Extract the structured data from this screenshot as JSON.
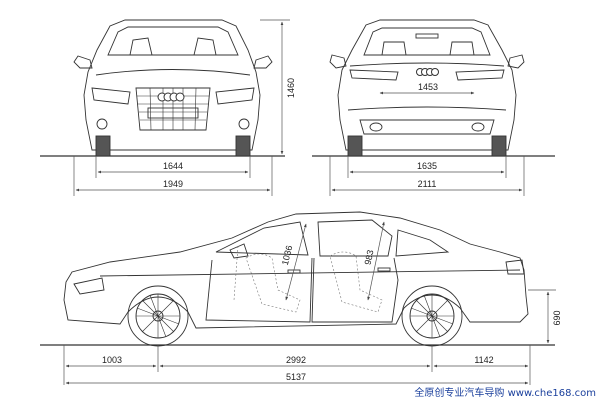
{
  "colors": {
    "line": "#333333",
    "dim": "#555555",
    "ground": "#333333",
    "watermark": "#1a3f9c"
  },
  "front_view": {
    "logo_label": "Audi four-ring logo",
    "dims": {
      "track": "1644",
      "width": "1949",
      "height": "1460"
    }
  },
  "rear_view": {
    "dims": {
      "inner": "1453",
      "track": "1635",
      "width_mirrors": "2111"
    }
  },
  "side_view": {
    "dims": {
      "front_overhang": "1003",
      "wheelbase": "2992",
      "rear_overhang": "1142",
      "length": "5137",
      "front_headroom": "1036",
      "rear_headroom": "983",
      "trunk_sill": "690"
    }
  },
  "watermark": {
    "text": "全原创专业汽车导购 www.che168.com"
  }
}
